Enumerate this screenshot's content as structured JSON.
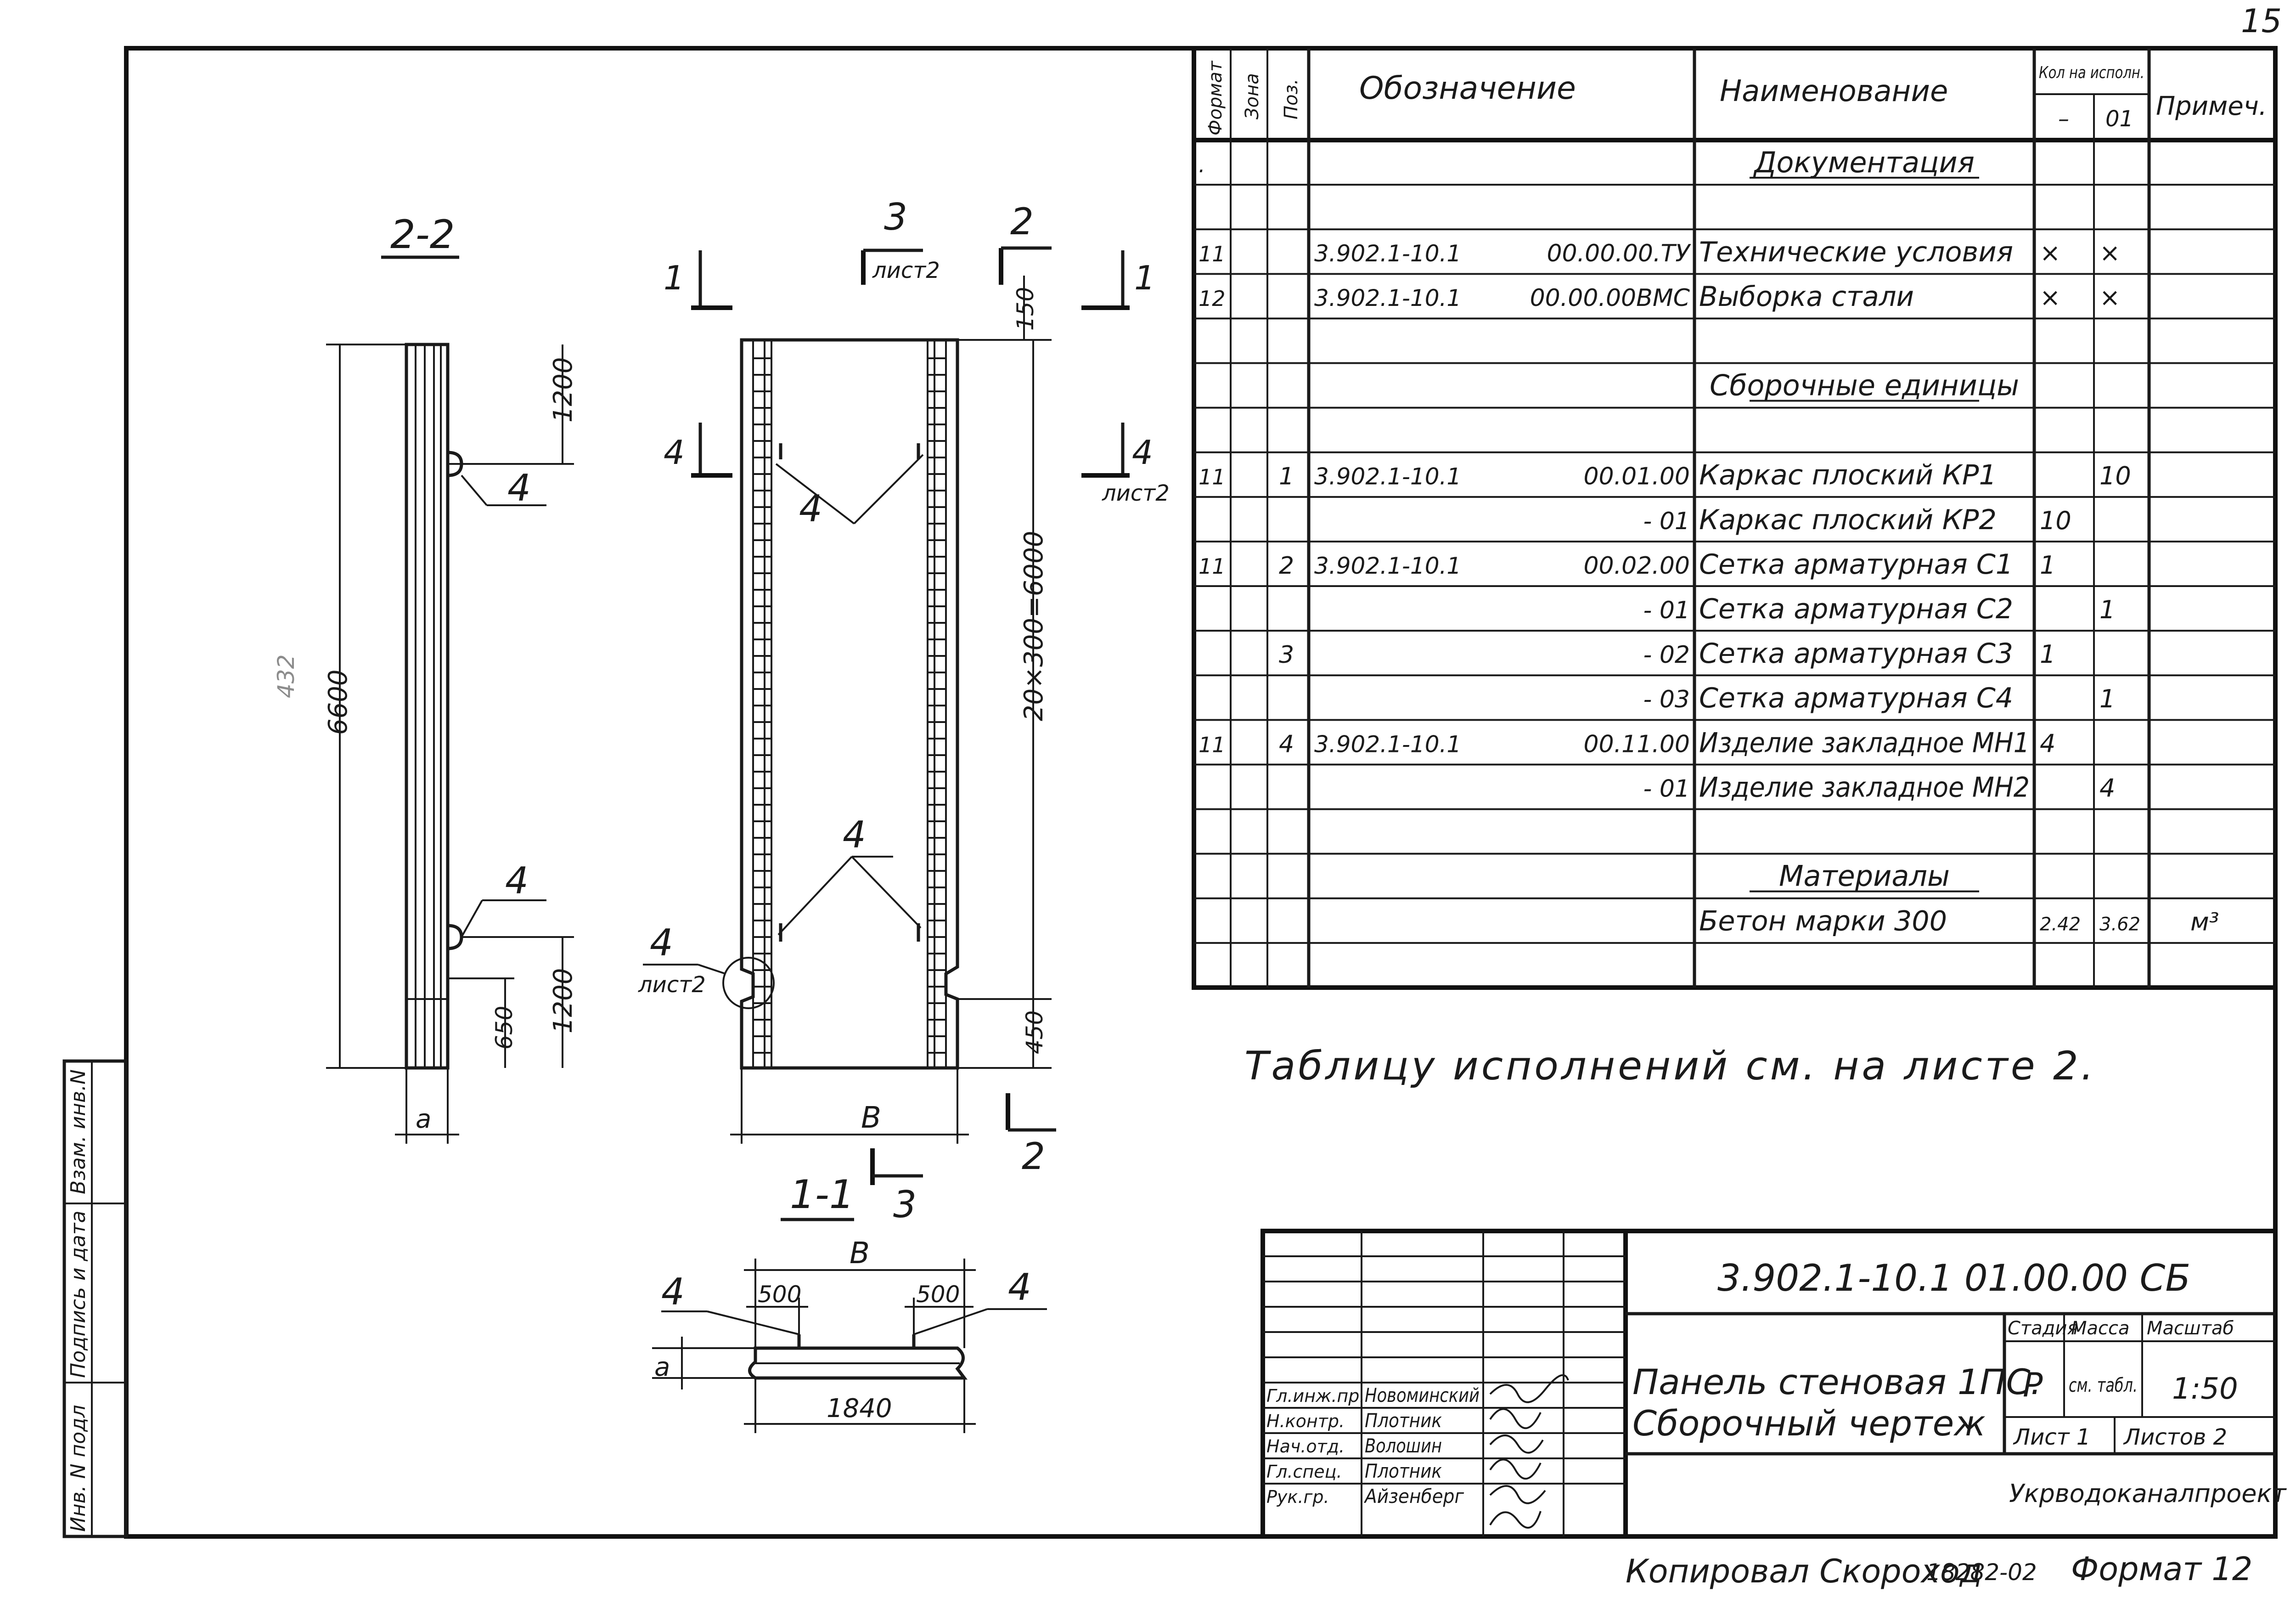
{
  "page_number": "15",
  "spec": {
    "headers": {
      "format": "Формат",
      "zone": "Зона",
      "pos": "Поз.",
      "designation": "Обозначение",
      "name": "Наименование",
      "qty": "Кол на исполн.",
      "qty_a": "–",
      "qty_b": "01",
      "note": "Примеч."
    },
    "rows": [
      {
        "format": ".",
        "pos": "",
        "des_code": "",
        "des_suffix": "",
        "name": "Документация",
        "q1": "",
        "q2": "",
        "note": "",
        "section": true
      },
      {
        "format": "",
        "pos": "",
        "des_code": "",
        "des_suffix": "",
        "name": "",
        "q1": "",
        "q2": "",
        "note": ""
      },
      {
        "format": "11",
        "pos": "",
        "des_code": "3.902.1-10.1",
        "des_suffix": "00.00.00.ТУ",
        "name": "Технические условия",
        "q1": "×",
        "q2": "×",
        "note": ""
      },
      {
        "format": "12",
        "pos": "",
        "des_code": "3.902.1-10.1",
        "des_suffix": "00.00.00ВМС",
        "name": "Выборка стали",
        "q1": "×",
        "q2": "×",
        "note": ""
      },
      {
        "format": "",
        "pos": "",
        "des_code": "",
        "des_suffix": "",
        "name": "",
        "q1": "",
        "q2": "",
        "note": ""
      },
      {
        "format": "",
        "pos": "",
        "des_code": "",
        "des_suffix": "",
        "name": "Сборочные единицы",
        "q1": "",
        "q2": "",
        "note": "",
        "section": true
      },
      {
        "format": "",
        "pos": "",
        "des_code": "",
        "des_suffix": "",
        "name": "",
        "q1": "",
        "q2": "",
        "note": ""
      },
      {
        "format": "11",
        "pos": "1",
        "des_code": "3.902.1-10.1",
        "des_suffix": "00.01.00",
        "name": "Каркас плоский КР1",
        "q1": "",
        "q2": "10",
        "note": ""
      },
      {
        "format": "",
        "pos": "",
        "des_code": "",
        "des_suffix": "- 01",
        "name": "Каркас плоский КР2",
        "q1": "10",
        "q2": "",
        "note": ""
      },
      {
        "format": "11",
        "pos": "2",
        "des_code": "3.902.1-10.1",
        "des_suffix": "00.02.00",
        "name": "Сетка арматурная С1",
        "q1": "1",
        "q2": "",
        "note": ""
      },
      {
        "format": "",
        "pos": "",
        "des_code": "",
        "des_suffix": "- 01",
        "name": "Сетка арматурная С2",
        "q1": "",
        "q2": "1",
        "note": ""
      },
      {
        "format": "",
        "pos": "3",
        "des_code": "",
        "des_suffix": "- 02",
        "name": "Сетка арматурная С3",
        "q1": "1",
        "q2": "",
        "note": ""
      },
      {
        "format": "",
        "pos": "",
        "des_code": "",
        "des_suffix": "- 03",
        "name": "Сетка арматурная С4",
        "q1": "",
        "q2": "1",
        "note": ""
      },
      {
        "format": "11",
        "pos": "4",
        "des_code": "3.902.1-10.1",
        "des_suffix": "00.11.00",
        "name": "Изделие закладное МН1",
        "q1": "4",
        "q2": "",
        "note": ""
      },
      {
        "format": "",
        "pos": "",
        "des_code": "",
        "des_suffix": "- 01",
        "name": "Изделие закладное МН2",
        "q1": "",
        "q2": "4",
        "note": ""
      },
      {
        "format": "",
        "pos": "",
        "des_code": "",
        "des_suffix": "",
        "name": "",
        "q1": "",
        "q2": "",
        "note": ""
      },
      {
        "format": "",
        "pos": "",
        "des_code": "",
        "des_suffix": "",
        "name": "Материалы",
        "q1": "",
        "q2": "",
        "note": "",
        "section": true
      },
      {
        "format": "",
        "pos": "",
        "des_code": "",
        "des_suffix": "",
        "name": "Бетон марки 300",
        "q1": "2.42",
        "q2": "3.62",
        "note": "м³"
      },
      {
        "format": "",
        "pos": "",
        "des_code": "",
        "des_suffix": "",
        "name": "",
        "q1": "",
        "q2": "",
        "note": ""
      }
    ]
  },
  "note_text": "Таблицу исполнений см. на листе 2.",
  "drawing": {
    "section_2_2": "2-2",
    "section_1_1": "1-1",
    "dim_height_total": "6600",
    "dim_height_faint": "432",
    "dim_top_1200": "1200",
    "dim_bottom_1200": "1200",
    "dim_650": "650",
    "dim_a": "a",
    "dim_150": "150",
    "dim_main": "20×300=6000",
    "dim_450": "450",
    "dim_B": "В",
    "dim_500_left": "500",
    "dim_500_right": "500",
    "dim_1840": "1840",
    "callout_4": "4",
    "cut_1": "1",
    "cut_2": "2",
    "cut_3": "3",
    "sheet_ref": "лист2"
  },
  "side_stamp": {
    "inv_podl": "Инв. N подл",
    "podpis_data": "Подпись и дата",
    "vzam_inv": "Взам. инв.N"
  },
  "title_block": {
    "designation": "3.902.1-10.1  01.00.00 СБ",
    "title_line1": "Панель стеновая 1ПС.",
    "title_line2": "Сборочный чертеж",
    "stage_label": "Стадия",
    "mass_label": "Масса",
    "scale_label": "Масштаб",
    "stage": "Р",
    "mass": "см. табл.",
    "scale": "1:50",
    "sheet": "Лист 1",
    "sheets": "Листов 2",
    "organization": "Укрводоканалпроект",
    "people": [
      {
        "role": "Гл.инж.пр.",
        "name": "Новоминский"
      },
      {
        "role": "Н.контр.",
        "name": "Плотник"
      },
      {
        "role": "Нач.отд.",
        "name": "Волошин"
      },
      {
        "role": "Гл.спец.",
        "name": "Плотник"
      },
      {
        "role": "Рук.гр.",
        "name": "Айзенберг"
      }
    ]
  },
  "footer": {
    "copied": "Копировал  Скороход",
    "number": "18282-02",
    "format": "Формат 12"
  }
}
